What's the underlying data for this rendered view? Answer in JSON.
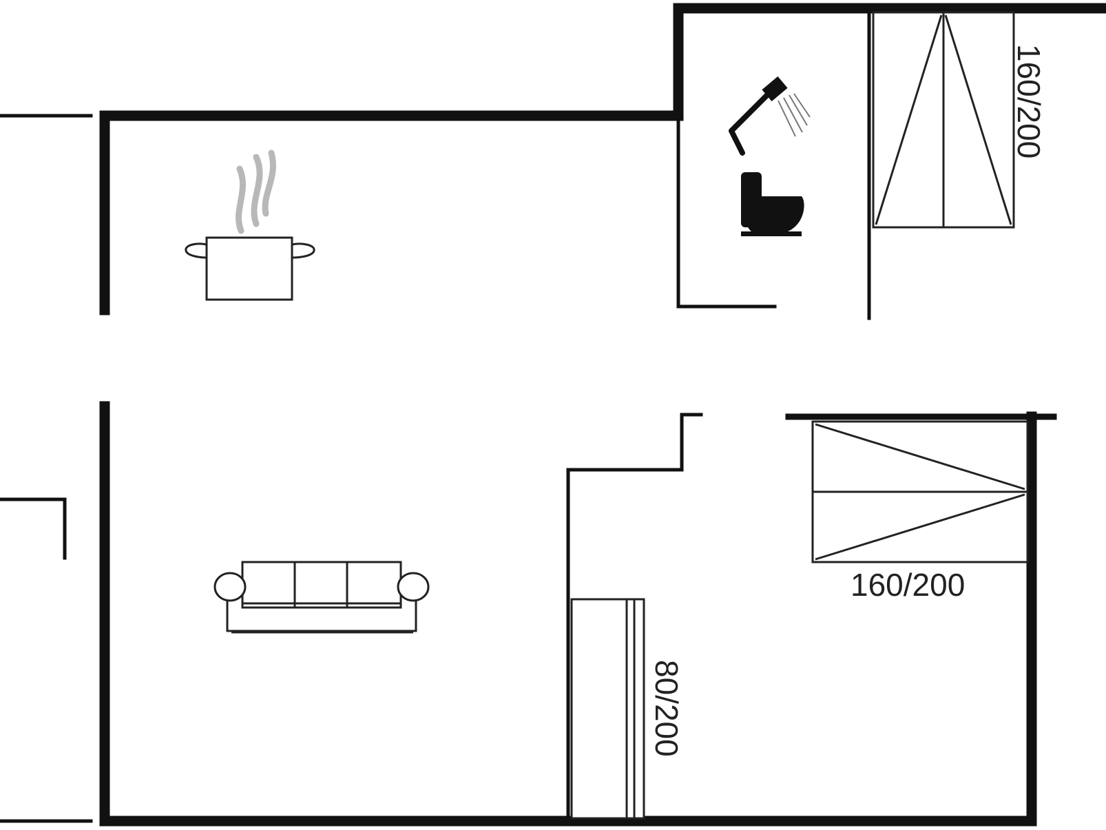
{
  "plan": {
    "bed_labels": {
      "top_right_bed": "160/200",
      "middle_right_bed": "160/200",
      "single_bed": "80/200"
    },
    "icons": {
      "kitchen": "cooking-pot-icon",
      "living": "sofa-icon",
      "bathroom_shower": "shower-icon",
      "bathroom_toilet": "toilet-icon"
    },
    "colors": {
      "wall": "#111111",
      "line": "#222222",
      "steam": "#b8b8b8",
      "background": "#ffffff"
    }
  }
}
